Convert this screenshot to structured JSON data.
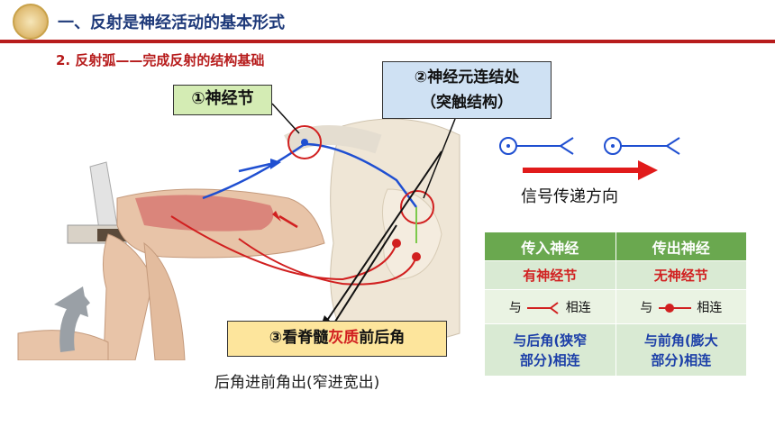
{
  "header": {
    "title": "一、反射是神经活动的基本形式"
  },
  "subtitle": "2. 反射弧——完成反射的结构基础",
  "labels": {
    "ganglion": "①神经节",
    "synapse_line1": "②神经元连结处",
    "synapse_line2": "（突触结构）",
    "gray_pre": "③看脊髓",
    "gray_highlight": "灰质",
    "gray_post": "前后角",
    "caption": "后角进前角出(窄进宽出)"
  },
  "legend": {
    "signal_direction": "信号传递方向"
  },
  "table": {
    "headers": [
      "传入神经",
      "传出神经"
    ],
    "row1": [
      "有神经节",
      "无神经节"
    ],
    "row2_left_pre": "与",
    "row2_left_post": "相连",
    "row2_right_pre": "与",
    "row2_right_post": "相连",
    "row3_left": [
      "与后角(狭窄",
      "部分)相连"
    ],
    "row3_right": [
      "与前角(膨大",
      "部分)相连"
    ]
  },
  "colors": {
    "title_blue": "#1f3a7a",
    "accent_red": "#b71c1c",
    "table_header": "#6aa84f",
    "nerve_blue": "#1f4fd1"
  }
}
